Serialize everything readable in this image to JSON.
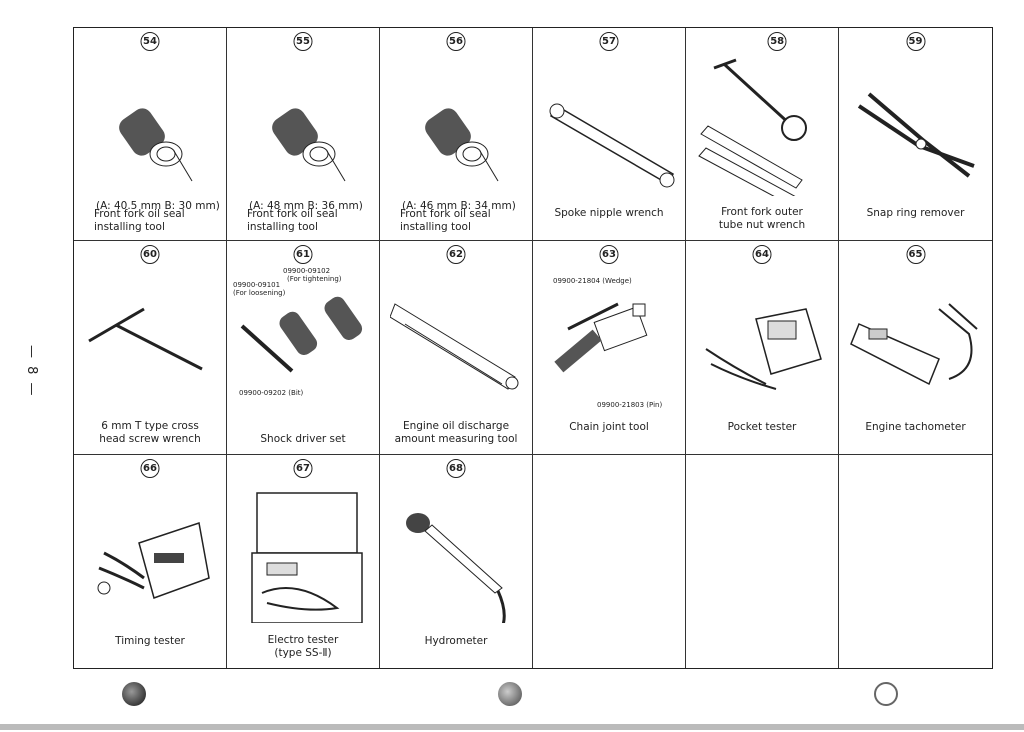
{
  "page_number": "— 8 —",
  "items": [
    {
      "num": "54",
      "spec": "(A: 40.5 mm  B: 30 mm)",
      "caption": [
        "Front fork oil seal",
        "installing tool"
      ]
    },
    {
      "num": "55",
      "spec": "(A: 48 mm  B: 36 mm)",
      "caption": [
        "Front fork oil seal",
        "installing tool"
      ]
    },
    {
      "num": "56",
      "spec": "(A: 46 mm  B: 34 mm)",
      "caption": [
        "Front fork oil seal",
        "installing tool"
      ]
    },
    {
      "num": "57",
      "caption": [
        "Spoke nipple wrench"
      ]
    },
    {
      "num": "58",
      "caption": [
        "Front fork outer",
        "tube nut wrench"
      ]
    },
    {
      "num": "59",
      "caption": [
        "Snap ring remover"
      ]
    },
    {
      "num": "60",
      "caption": [
        "6 mm T type cross",
        "head screw wrench"
      ]
    },
    {
      "num": "61",
      "caption": [
        "Shock driver set"
      ],
      "parts": [
        "09900-09102",
        "(For tightening)",
        "09900-09101",
        "(For loosening)",
        "09900-09202 (Bit)"
      ]
    },
    {
      "num": "62",
      "caption": [
        "Engine oil discharge",
        "amount measuring tool"
      ]
    },
    {
      "num": "63",
      "caption": [
        "Chain joint tool"
      ],
      "parts": [
        "09900-21804 (Wedge)",
        "09900-21803 (Pin)"
      ]
    },
    {
      "num": "64",
      "caption": [
        "Pocket tester"
      ]
    },
    {
      "num": "65",
      "caption": [
        "Engine tachometer"
      ]
    },
    {
      "num": "66",
      "caption": [
        "Timing tester"
      ]
    },
    {
      "num": "67",
      "caption": [
        "Electro tester",
        "(type SS-Ⅱ)"
      ]
    },
    {
      "num": "68",
      "caption": [
        "Hydrometer"
      ]
    }
  ]
}
